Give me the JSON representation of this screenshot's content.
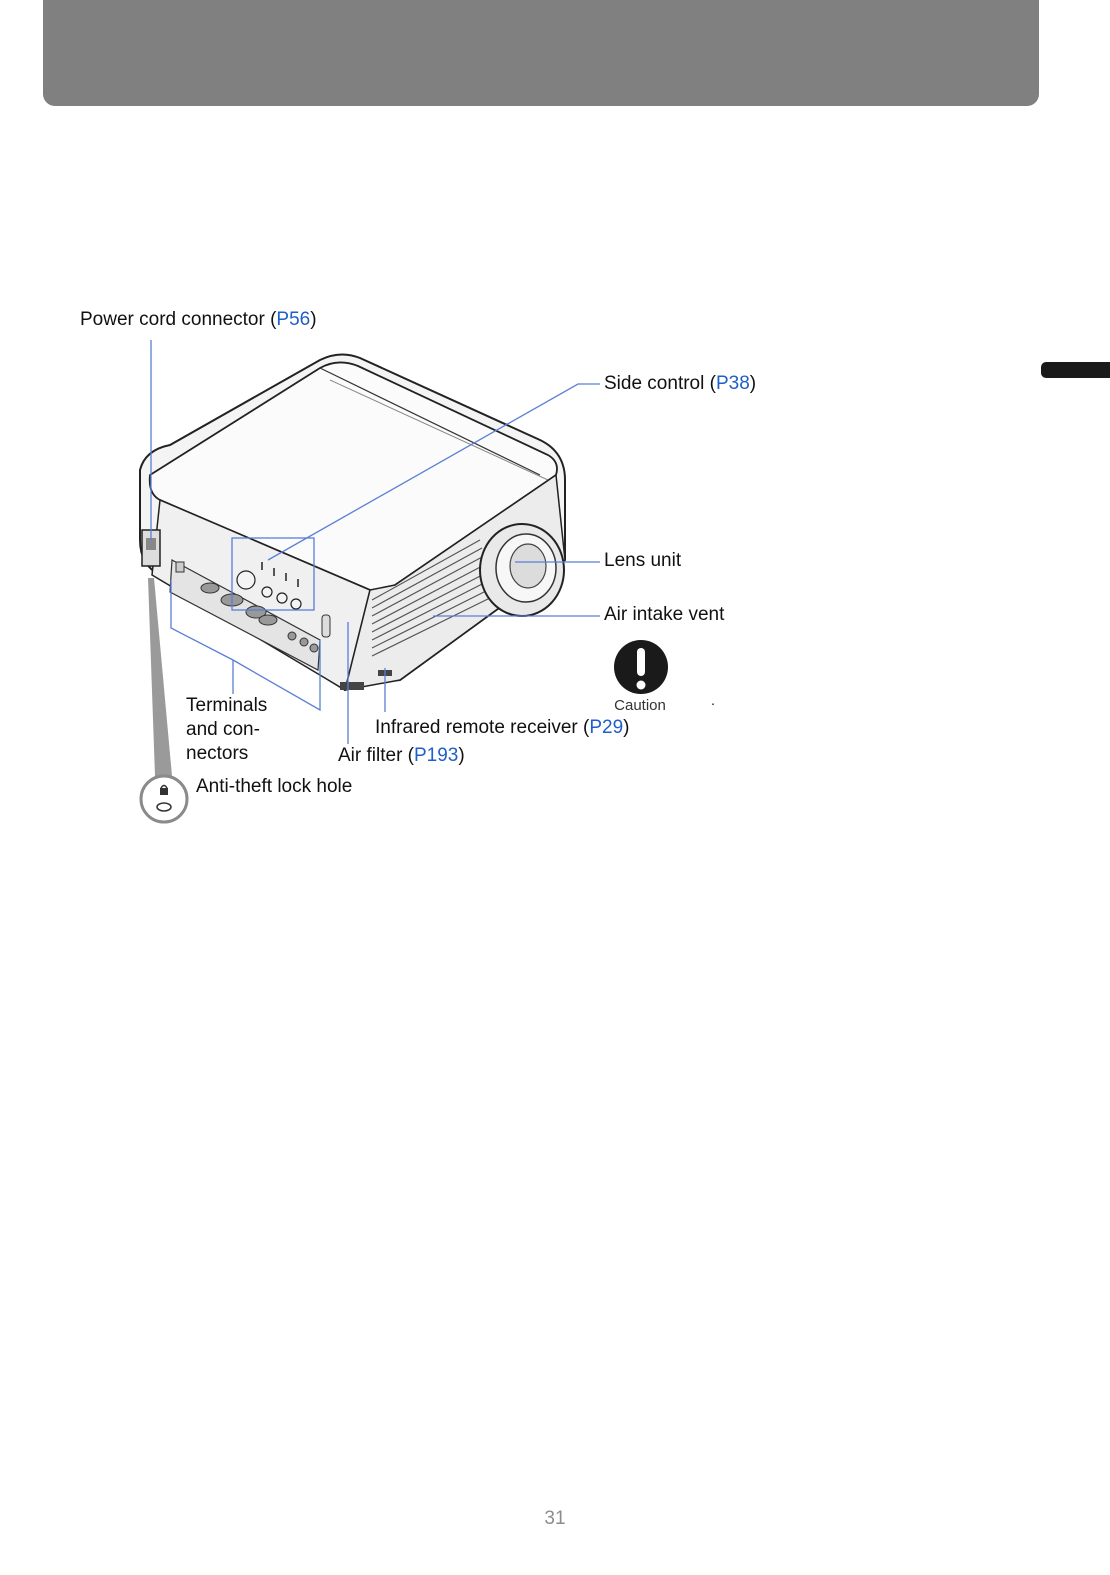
{
  "labels": {
    "power_cord": {
      "text": "Power cord connector (",
      "ref": "P56",
      "close": ")"
    },
    "side_control": {
      "text": "Side control (",
      "ref": "P38",
      "close": ")"
    },
    "lens_unit": "Lens unit",
    "air_intake": "Air intake vent",
    "terminals_line1": "Terminals",
    "terminals_line2": "and con-",
    "terminals_line3": "nectors",
    "infrared": {
      "text": "Infrared remote receiver (",
      "ref": "P29",
      "close": ")"
    },
    "air_filter": {
      "text": "Air filter (",
      "ref": "P193",
      "close": ")"
    },
    "anti_theft": "Anti-theft lock hole",
    "caution": "Caution",
    "dot": "."
  },
  "footer": {
    "page_number": "31"
  },
  "colors": {
    "header": "#808080",
    "link": "#1f5fc8",
    "leader_line": "#5a7fd6"
  },
  "icons": [
    "exclamation-caution-icon",
    "lock-icon",
    "projector-illustration"
  ]
}
